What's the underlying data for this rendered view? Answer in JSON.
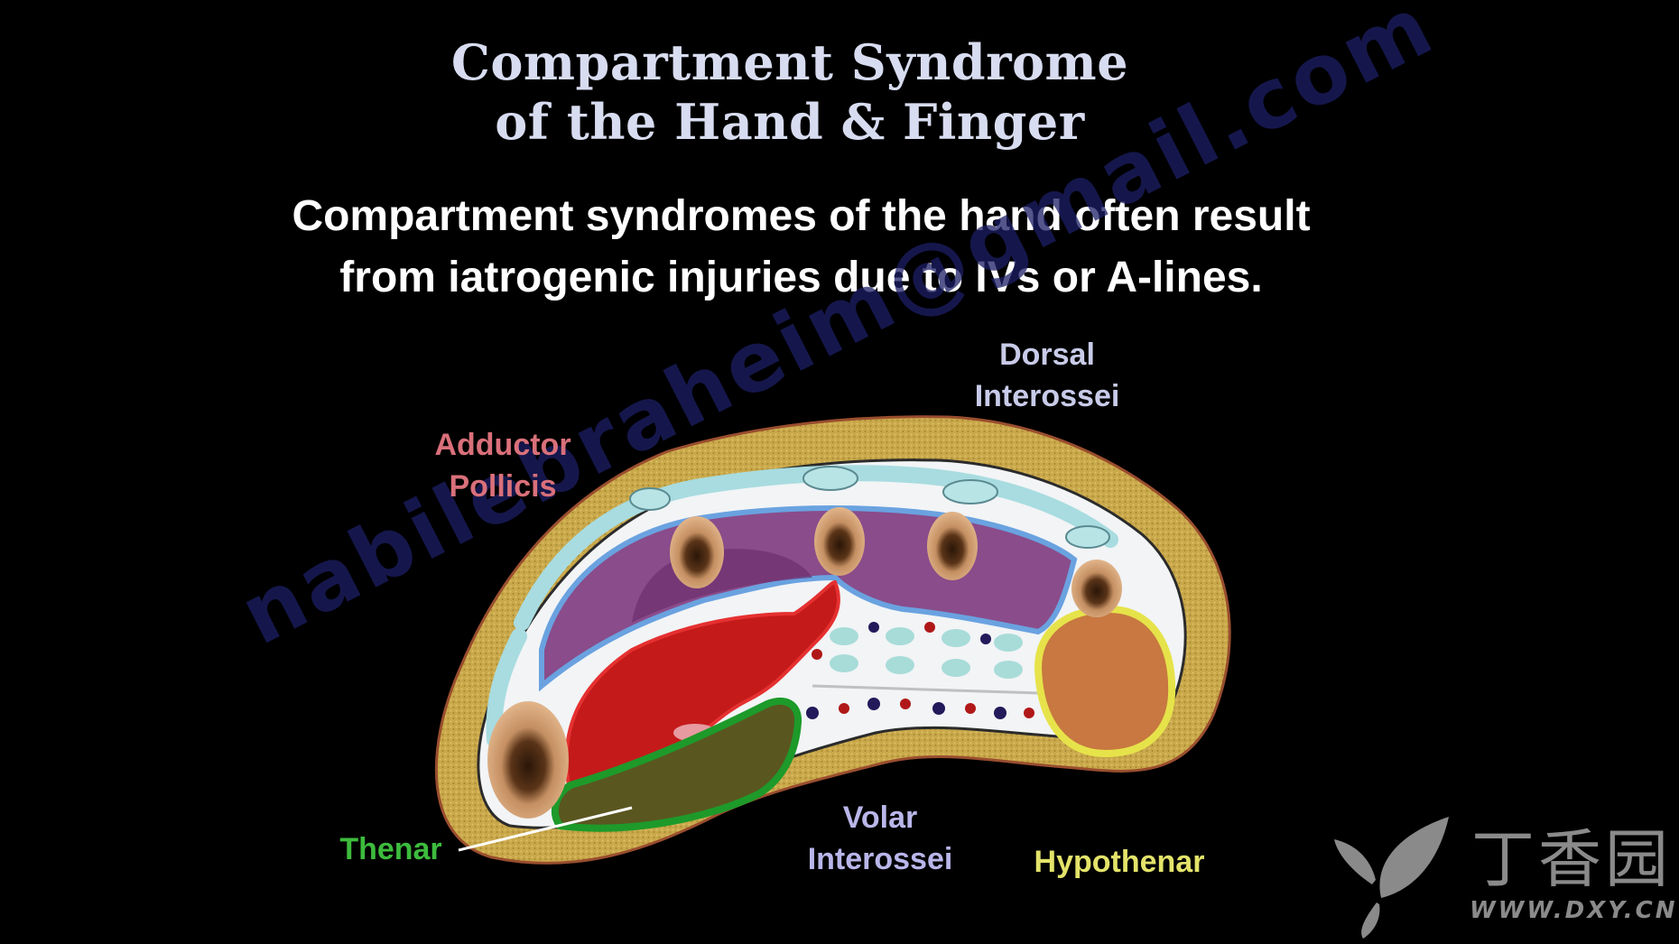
{
  "title": {
    "line1": "Compartment Syndrome",
    "line2": "of the Hand & Finger"
  },
  "subtitle": {
    "line1": "Compartment syndromes of the hand often result",
    "line2": "from iatrogenic injuries due to IVs or A-lines."
  },
  "labels": {
    "dorsal_interossei": {
      "line1": "Dorsal",
      "line2": "Interossei",
      "color": "#c8cbe8"
    },
    "adductor_pollicis": {
      "line1": "Adductor",
      "line2": "Pollicis",
      "color": "#d9707a"
    },
    "thenar": {
      "text": "Thenar",
      "color": "#3dbb3d"
    },
    "volar_interossei": {
      "line1": "Volar",
      "line2": "Interossei",
      "color": "#b9b6ea"
    },
    "hypothenar": {
      "text": "Hypothenar",
      "color": "#e3e36a"
    }
  },
  "watermark": {
    "text": "nabilebraheim@gmail.com"
  },
  "logo": {
    "text": "丁香园",
    "url": "WWW.DXY.CN",
    "icon": "leaf-logo-icon"
  },
  "colors": {
    "background": "#000000",
    "skin": "#c9a84a",
    "fascia": "#a8dce0",
    "dorsal_muscle": "#8a4c8a",
    "adductor_muscle": "#c41a1a",
    "thenar_outline": "#1d9a2a",
    "hypothenar_outline": "#e6e34a",
    "bone": "#d9a47a"
  }
}
